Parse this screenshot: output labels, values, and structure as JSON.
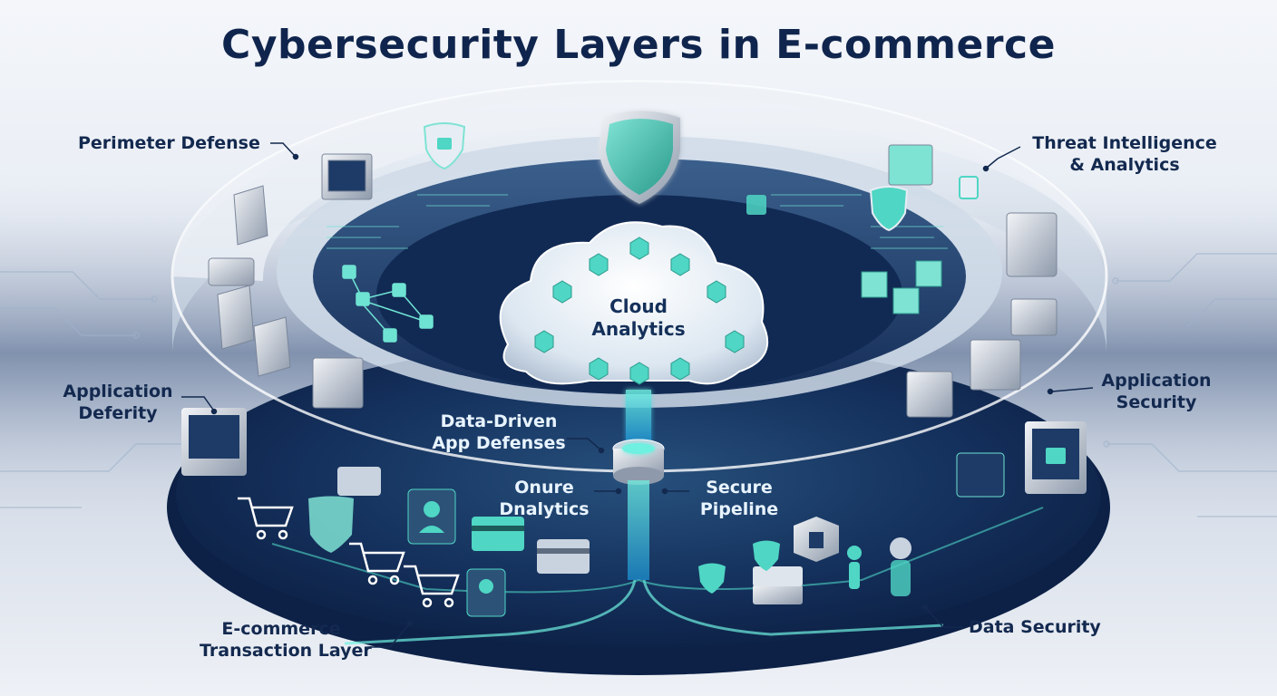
{
  "title": "Cybersecurity Layers in E-commerce",
  "center": {
    "line1": "Cloud",
    "line2": "Analytics"
  },
  "labels": {
    "perimeter_defense": "Perimeter Defense",
    "threat_intel_line1": "Threat Intelligence",
    "threat_intel_line2": "& Analytics",
    "app_deferity_line1": "Application",
    "app_deferity_line2": "Deferity",
    "app_security_line1": "Application",
    "app_security_line2": "Security",
    "data_driven_line1": "Data-Driven",
    "data_driven_line2": "App Defenses",
    "onure_line1": "Onure",
    "onure_line2": "Dnalytics",
    "pipeline_line1": "Secure",
    "pipeline_line2": "Pipeline",
    "ecommerce_line1": "E-commerce",
    "ecommerce_line2": "Transaction Layer",
    "data_security": "Data Security"
  },
  "colors": {
    "title": "#10254d",
    "navy": "#0f2550",
    "teal": "#4fd6c4",
    "glass": "#dbe4ef"
  },
  "icons": [
    "shield-icon",
    "lock-icon",
    "cloud-icon",
    "shopping-cart-icon",
    "credit-card-icon",
    "server-icon",
    "user-icon",
    "cube-icon"
  ]
}
